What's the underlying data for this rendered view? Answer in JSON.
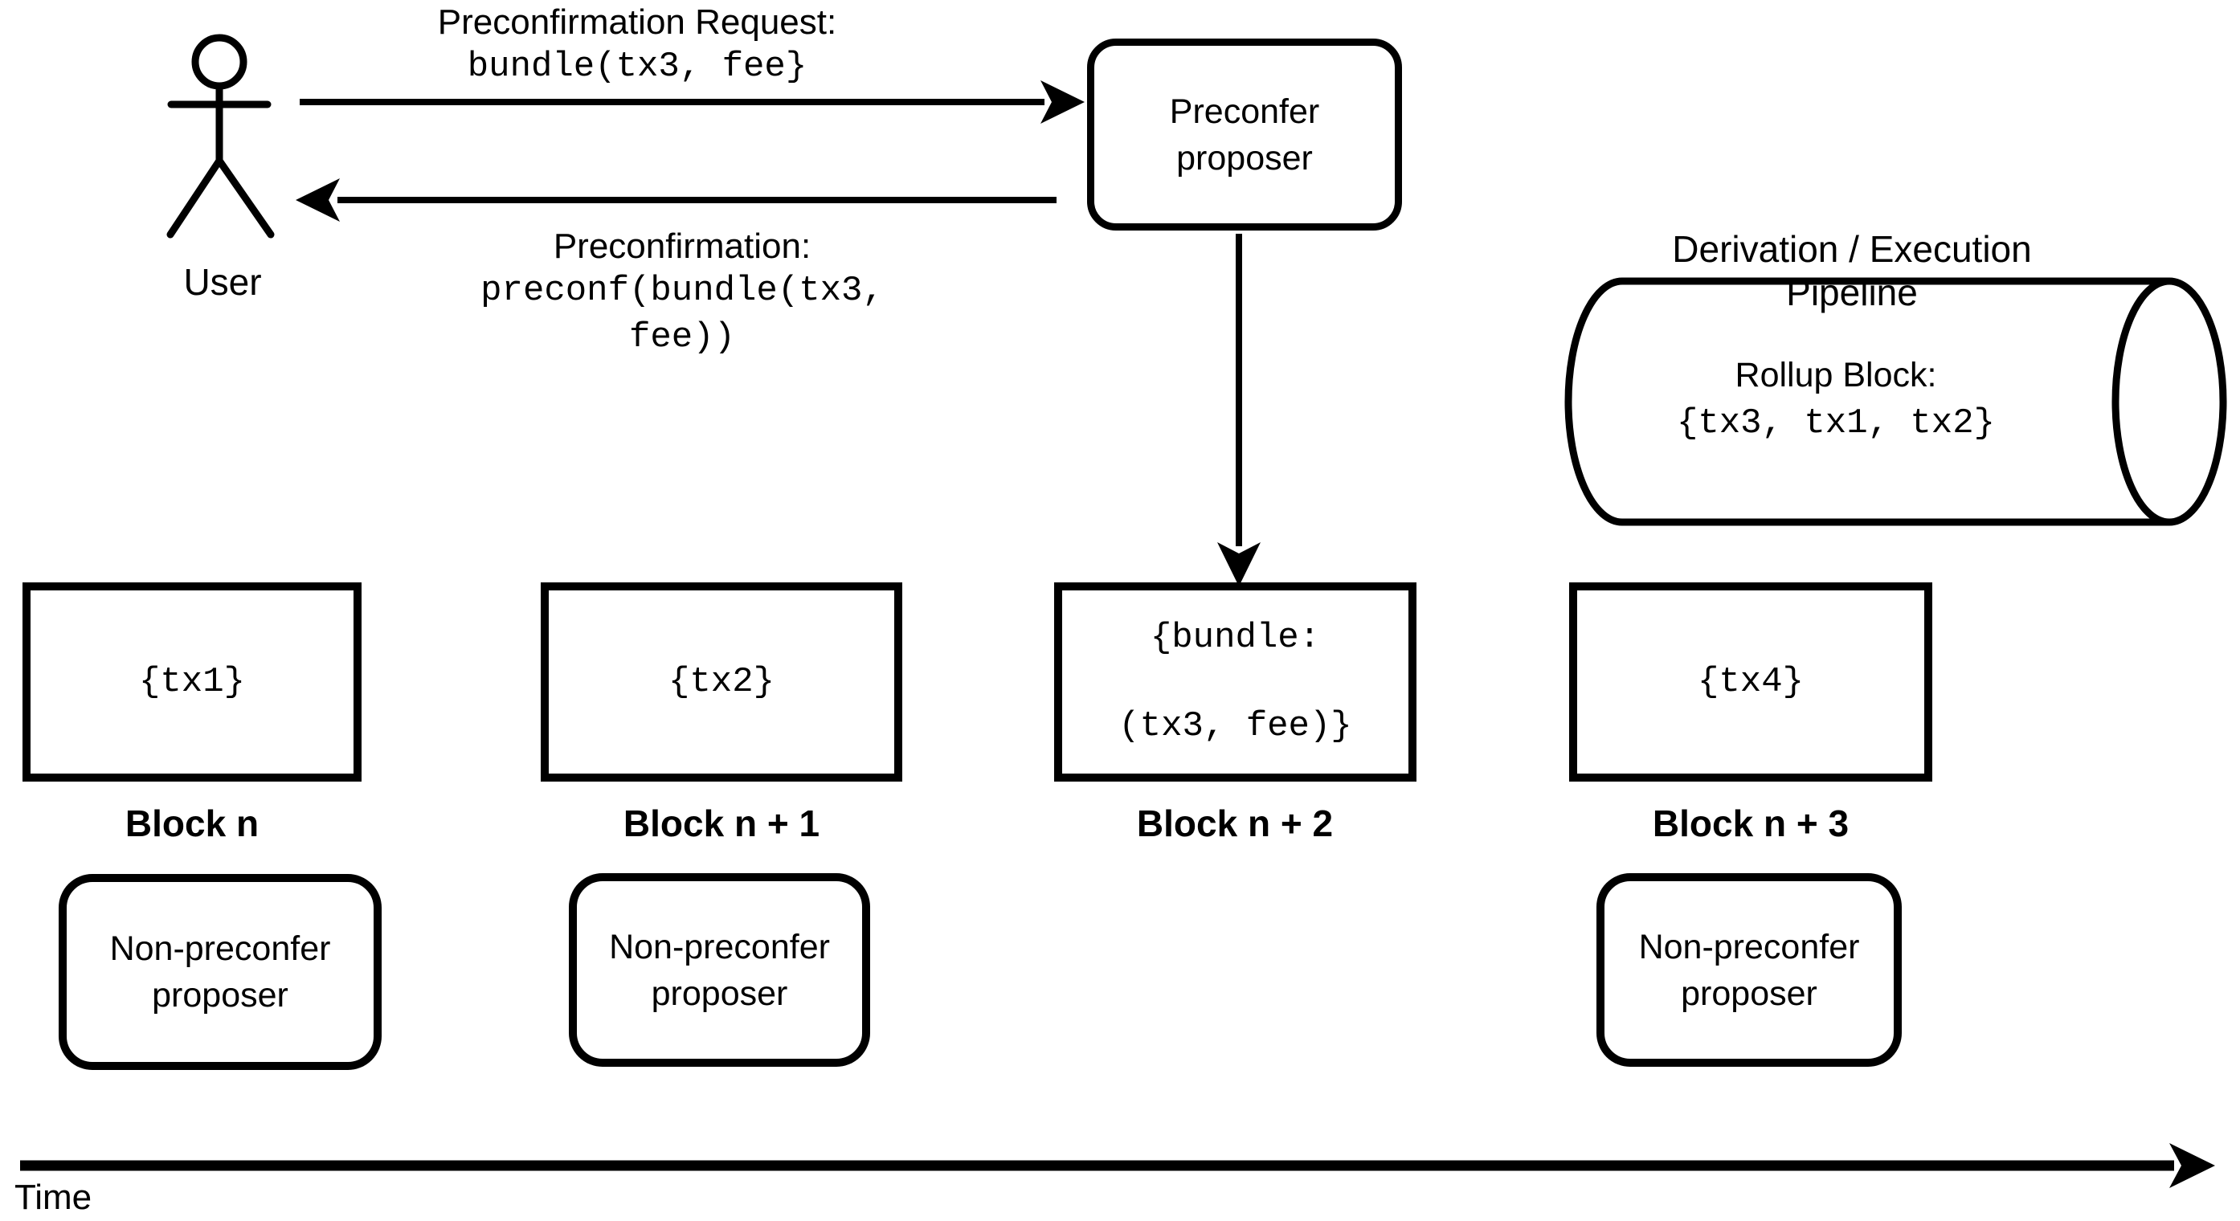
{
  "colors": {
    "ink": "#000000",
    "background": "#ffffff"
  },
  "user": {
    "label": "User"
  },
  "request_arrow": {
    "title": "Preconfirmation Request:",
    "code": "bundle(tx3, fee}"
  },
  "response_arrow": {
    "title": "Preconfirmation:",
    "code": "preconf(bundle(tx3, fee))"
  },
  "preconfer_proposer": {
    "line1": "Preconfer",
    "line2": "proposer"
  },
  "pipeline": {
    "title": "Derivation / Execution Pipeline",
    "rollup_title": "Rollup Block:",
    "rollup_code": "{tx3, tx1, tx2}"
  },
  "blocks": [
    {
      "code": "{tx1}",
      "label": "Block n"
    },
    {
      "code": "{tx2}",
      "label": "Block n + 1"
    },
    {
      "code": "{bundle:\n(tx3, fee)}",
      "label": "Block n + 2"
    },
    {
      "code": "{tx4}",
      "label": "Block n + 3"
    }
  ],
  "non_preconfer_proposer": {
    "line1": "Non-preconfer",
    "line2": "proposer"
  },
  "timeline": {
    "label": "Time"
  }
}
